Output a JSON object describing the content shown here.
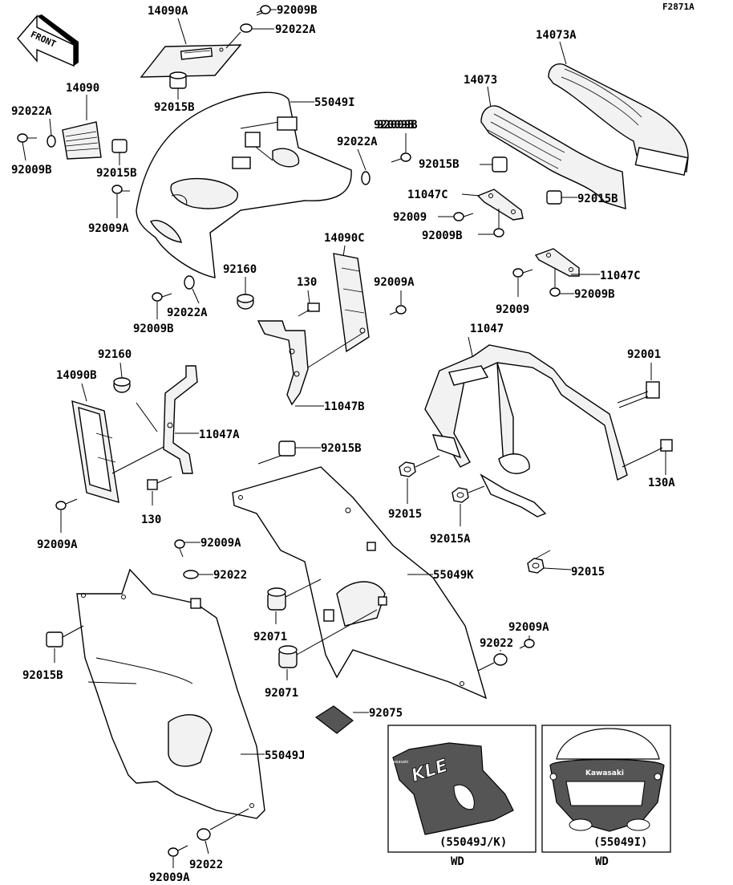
{
  "figure_code": "F2871A",
  "front_label": "FRONT",
  "callouts": {
    "p14090A": "14090A",
    "p92009B_top": "92009B",
    "p92022A_top": "92022A",
    "p92015B_top": "92015B",
    "p14090": "14090",
    "p92022A_left": "92022A",
    "p92009B_left": "92009B",
    "p92015B_left": "92015B",
    "p92009A_left": "92009A",
    "p55049I": "55049I",
    "p92022A_mid": "92022A",
    "p92009B_mid": "92009B",
    "p92022A_low": "92022A",
    "p92009B_low": "92009B",
    "p14073A": "14073A",
    "p14073": "14073",
    "p92009B_duct": "92009B",
    "p92015B_duct": "92015B",
    "p11047C_a": "11047C",
    "p92009_a": "92009",
    "p92009B_a": "92009B",
    "p92015B_b": "92015B",
    "p11047C_b": "11047C",
    "p92009_b": "92009",
    "p92009B_b": "92009B",
    "p92160_a": "92160",
    "p130_a": "130",
    "p14090C": "14090C",
    "p92009A_c": "92009A",
    "p11047B": "11047B",
    "p11047": "11047",
    "p92001": "92001",
    "p130A": "130A",
    "p92160_b": "92160",
    "p14090B": "14090B",
    "p11047A": "11047A",
    "p130_b": "130",
    "p92009A_b": "92009A",
    "p92015B_c": "92015B",
    "p92015_a": "92015",
    "p92015A": "92015A",
    "p92015_b": "92015",
    "p92009A_d": "92009A",
    "p92022_a": "92022",
    "p55049K": "55049K",
    "p92071_a": "92071",
    "p92071_b": "92071",
    "p92009A_e": "92009A",
    "p92022_b": "92022",
    "p92015B_d": "92015B",
    "p92075": "92075",
    "p55049J": "55049J",
    "p92022_c": "92022",
    "p92009A_f": "92009A"
  },
  "insets": {
    "left": {
      "caption": "(55049J/K)",
      "variant": "WD",
      "logo": "KLE",
      "brand": "Kawasaki"
    },
    "right": {
      "caption": "(55049I)",
      "variant": "WD",
      "brand": "Kawasaki"
    }
  }
}
